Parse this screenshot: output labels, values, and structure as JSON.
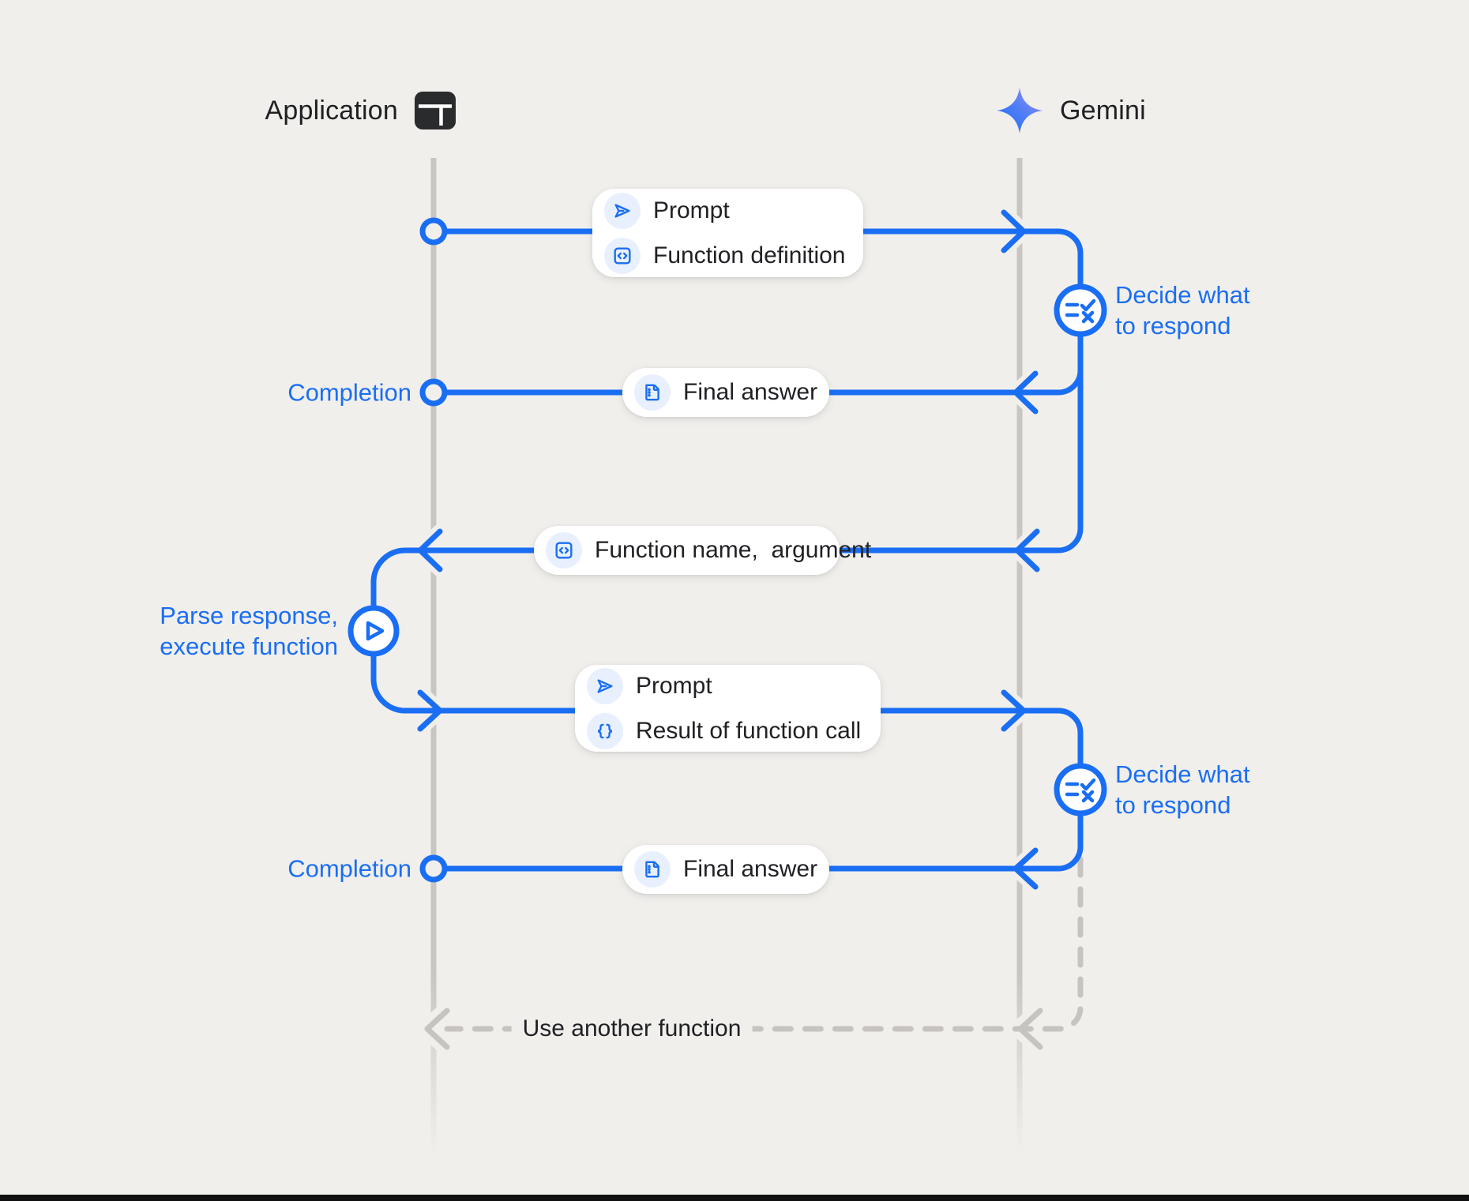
{
  "header": {
    "application_label": "Application",
    "gemini_label": "Gemini"
  },
  "boxes": {
    "request1": {
      "row1": "Prompt",
      "row2": "Function definition"
    },
    "final_answer": {
      "label": "Final answer"
    },
    "function_name": {
      "label": "Function name,  argument"
    },
    "request2": {
      "row1": "Prompt",
      "row2": "Result of function call"
    }
  },
  "labels": {
    "completion": "Completion",
    "decide_line1": "Decide what",
    "decide_line2": "to respond",
    "parse_line1": "Parse response,",
    "parse_line2": "execute function",
    "use_another": "Use another function"
  },
  "icons": {
    "application": "browser-window-icon",
    "gemini": "gemini-sparkle-icon",
    "prompt": "send-icon",
    "function_definition": "code-box-icon",
    "final_answer": "document-icon",
    "function_name": "code-box-icon",
    "result_of_function_call": "braces-icon",
    "decide_node": "checklist-decide-icon",
    "parse_node": "play-icon"
  },
  "palette": {
    "background": "#f1efec",
    "flow_blue": "#1a6ef3",
    "note_blue": "#1a6ef3",
    "box_background": "#ffffff",
    "chip_background": "#e8f0fe",
    "text_dark": "#202124",
    "lifeline_gray": "#c9c6c2",
    "dashed_gray": "#c6c3c0",
    "gemini_gradient_start": "#1b6ef3",
    "gemini_gradient_end": "#a292f5"
  }
}
